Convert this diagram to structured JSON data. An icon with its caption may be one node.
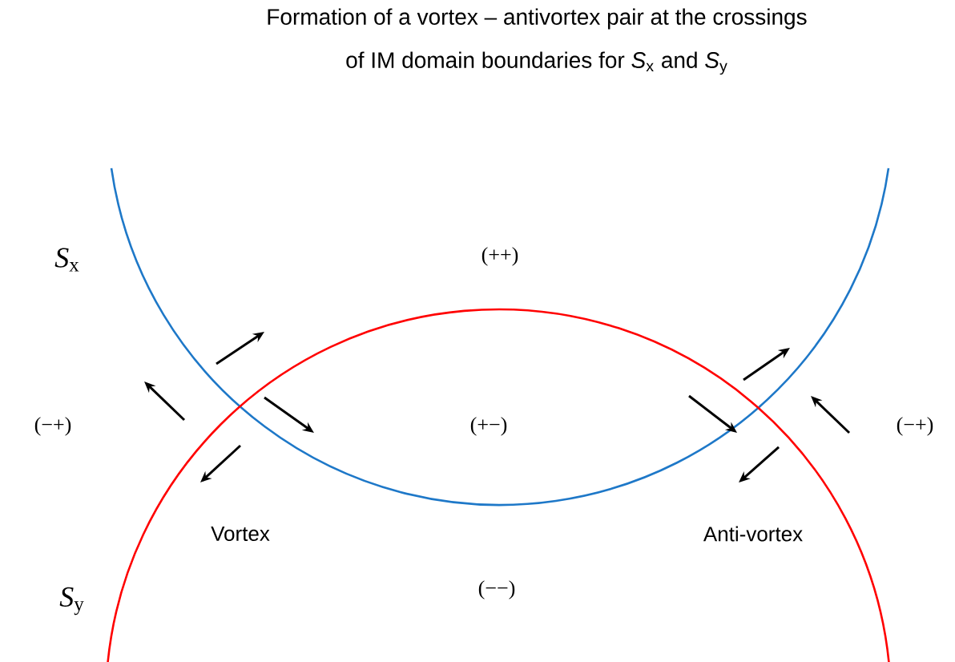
{
  "diagram": {
    "title": "Formation of a vortex – antivortex pair at the crossings of IM domain boundaries for *S*$_{x}$ and *S*$_{y}$",
    "labels": [
      "*S*$_{x}$",
      "(++)",
      "(−+)",
      "(+−)",
      "(−+)",
      "Vortex",
      "Anti-vortex",
      "*S*$_{y}$",
      "(−−)"
    ]
  }
}
